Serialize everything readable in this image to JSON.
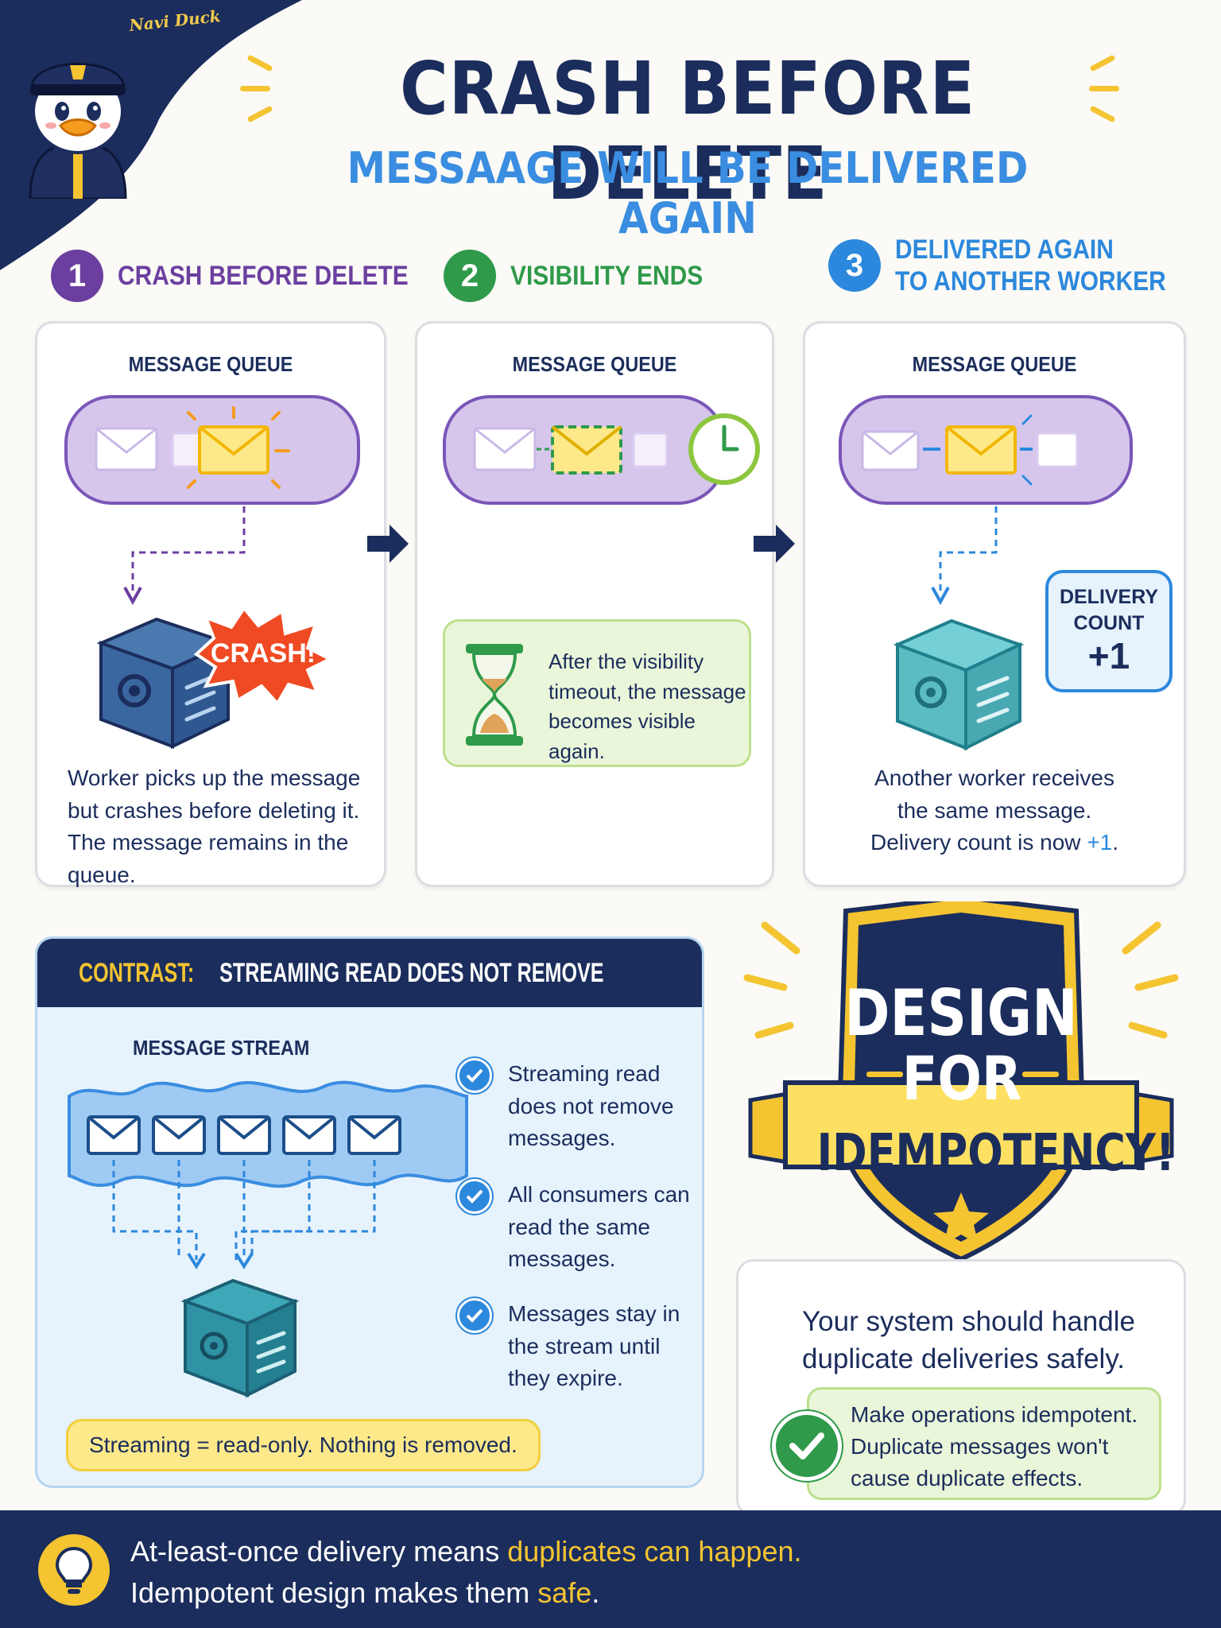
{
  "brand": {
    "logo_text": "Navi Duck"
  },
  "header": {
    "title": "CRASH BEFORE DELETE",
    "subtitle": "MESSAAGE WILL BE DELIVERED AGAIN"
  },
  "steps": [
    {
      "number": "1",
      "label_line1": "CRASH BEFORE DELETE",
      "label_line2": "",
      "color": "#6b3fa0",
      "queue_label": "MESSAGE QUEUE",
      "badge": "CRASH!",
      "caption_lines": [
        "Worker picks up the message",
        "but crashes before deleting it.",
        "The message remains in the queue."
      ]
    },
    {
      "number": "2",
      "label_line1": "VISIBILITY ENDS",
      "label_line2": "",
      "color": "#2f9a4a",
      "queue_label": "MESSAGE QUEUE",
      "note_lines": [
        "After the visibility",
        "timeout, the message",
        "becomes visible again."
      ]
    },
    {
      "number": "3",
      "label_line1": "DELIVERED AGAIN",
      "label_line2": "TO ANOTHER WORKER",
      "color": "#2c88dc",
      "queue_label": "MESSAGE QUEUE",
      "bubble_line1": "DELIVERY",
      "bubble_line2": "COUNT",
      "bubble_value": "+1",
      "caption_lines": [
        "Another worker receives",
        "the same message."
      ],
      "caption_last_prefix": "Delivery count is now ",
      "caption_last_value": "+1",
      "caption_last_suffix": "."
    }
  ],
  "contrast": {
    "heading_prefix": "CONTRAST:",
    "heading_rest": "STREAMING READ DOES NOT REMOVE",
    "stream_label": "MESSAGE STREAM",
    "bullets": [
      [
        "Streaming read",
        "does not remove",
        "messages."
      ],
      [
        "All consumers can",
        "read the same",
        "messages."
      ],
      [
        "Messages stay in",
        "the stream until",
        "they expire."
      ]
    ],
    "pill": "Streaming = read-only. Nothing is removed."
  },
  "badge": {
    "line1": "DESIGN",
    "line2": "FOR",
    "ribbon": "IDEMPOTENCY!"
  },
  "idempotency_card": {
    "text_line1": "Your system should handle",
    "text_line2": "duplicate deliveries safely.",
    "note_lines": [
      "Make operations idempotent.",
      "Duplicate messages won't",
      "cause duplicate effects."
    ]
  },
  "footer": {
    "line1_prefix": "At-least-once delivery means ",
    "line1_highlight": "duplicates can happen.",
    "line2_prefix": "Idempotent design makes them ",
    "line2_highlight": "safe",
    "line2_suffix": "."
  },
  "colors": {
    "navy": "#1b2d5c",
    "accent_blue": "#3a8de0",
    "yellow": "#f4c431",
    "purple": "#6b3fa0",
    "green": "#2f9a4a",
    "crash_red": "#ef4a23"
  }
}
